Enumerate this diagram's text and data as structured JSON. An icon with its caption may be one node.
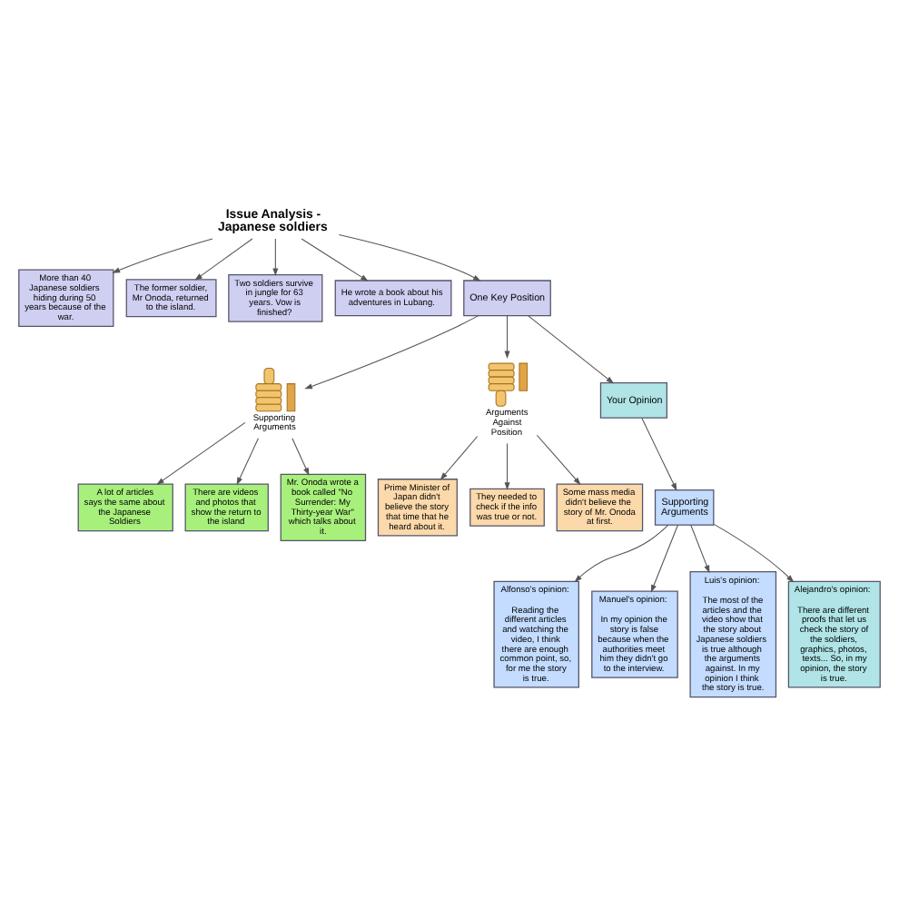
{
  "diagram": {
    "nodes": [
      {
        "text": [
          "Issue Analysis - Japanese soldiers"
        ]
      },
      {
        "text": [
          "More than 40 Japanese soldiers hiding during 50 years because of the war."
        ]
      },
      {
        "text": [
          "The former soldier, Mr Onoda, returned to the island."
        ]
      },
      {
        "text": [
          "Two soldiers survive in jungle for 63 years. Vow is finished?"
        ]
      },
      {
        "text": [
          "He wrote a book about his adventures in Lubang."
        ]
      },
      {
        "text": [
          "One Key Position"
        ]
      },
      {
        "text": [],
        "shape": "picture",
        "beside": [
          "Supporting Arguments"
        ]
      },
      {
        "text": [
          "A lot of articles says the same about the Japanese Soldiers"
        ]
      },
      {
        "text": [
          "There are videos and photos that show the return to the island"
        ]
      },
      {
        "text": [
          "Mr. Onoda wrote a book called \"No Surrender: My Thirty-year War\" which talks about it."
        ]
      },
      {
        "text": [],
        "shape": "picture",
        "beside": [
          "Arguments Against Position"
        ]
      },
      {
        "text": [
          "Prime Minister of Japan didn't believe the story that time that he heard about it."
        ]
      },
      {
        "text": [
          "They needed to check if the info was true or not."
        ]
      },
      {
        "text": [
          "Some mass media didn't believe the story of Mr. Onoda at first."
        ]
      },
      {
        "text": [
          "Your Opinion"
        ]
      },
      {
        "text": [
          "Supporting Arguments"
        ]
      },
      {
        "text": [
          "Alfonso's opinion:",
          "Reading the different articles and watching the video, I think there are enough common point, so, for me the story is true."
        ]
      },
      {
        "text": [
          "Manuel's opinion:",
          "In my opinion the story is false because when the authorities meet him they didn't go to the interview."
        ]
      },
      {
        "text": [
          "Luis's opinion:",
          "The most of the articles and the video show that the story about Japanese soldiers is true although the arguments against. In my opinion I think the story is true."
        ]
      },
      {
        "text": [
          "Alejandro's opinion:",
          "There are different proofs that let us check the story of the soldiers, graphics, photos, texts... So, in my opinion, the story is true."
        ]
      }
    ],
    "edges": [
      {
        "from": 0,
        "to": 1,
        "arrow": "to"
      },
      {
        "from": 0,
        "to": 3,
        "arrow": "to"
      },
      {
        "from": 0,
        "to": 5,
        "arrow": "to"
      },
      {
        "from": 0,
        "to": 4,
        "arrow": "to"
      },
      {
        "from": 0,
        "to": 2,
        "arrow": "to"
      },
      {
        "from": 5,
        "to": 6,
        "arrow": "to"
      },
      {
        "from": 5,
        "to": 14,
        "arrow": "to"
      },
      {
        "from": 5,
        "to": 10,
        "arrow": "to"
      },
      {
        "from": 6,
        "to": 7,
        "arrow": "to"
      },
      {
        "from": 6,
        "to": 8,
        "arrow": "to"
      },
      {
        "from": 6,
        "to": 9,
        "arrow": "to"
      },
      {
        "from": 10,
        "to": 11,
        "arrow": "to"
      },
      {
        "from": 10,
        "to": 12,
        "arrow": "to"
      },
      {
        "from": 10,
        "to": 13,
        "arrow": "to"
      },
      {
        "from": 14,
        "to": 15,
        "arrow": "to"
      },
      {
        "from": 15,
        "to": 16,
        "arrow": "to"
      },
      {
        "from": 15,
        "to": 17,
        "arrow": "to"
      },
      {
        "from": 15,
        "to": 18,
        "arrow": "to"
      },
      {
        "from": 15,
        "to": 19,
        "arrow": "to"
      }
    ]
  }
}
